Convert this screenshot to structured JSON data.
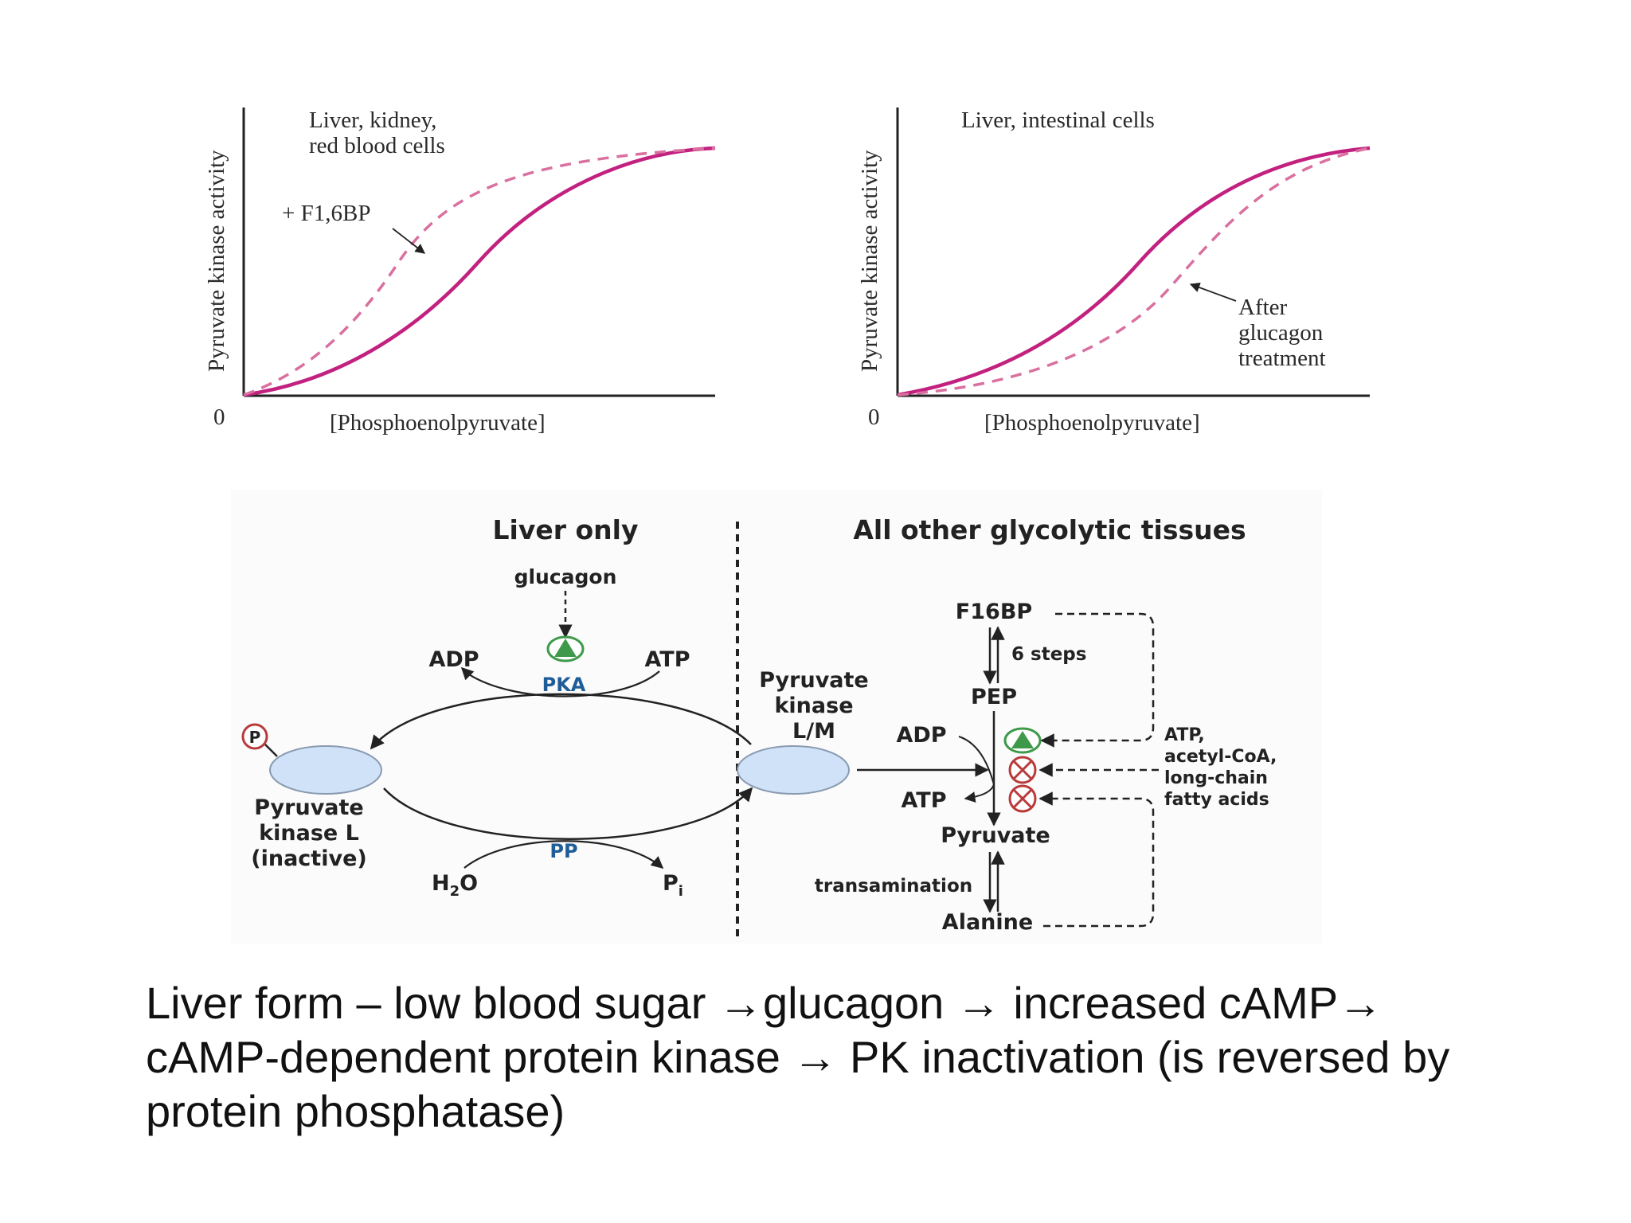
{
  "panel_left": {
    "title_line1": "Liver, kidney,",
    "title_line2": "red blood cells",
    "ylabel": "Pyruvate kinase activity",
    "xlabel": "[Phosphoenolpyruvate]",
    "origin": "0",
    "annotation": "+ F1,6BP"
  },
  "panel_right": {
    "title": "Liver, intestinal cells",
    "ylabel": "Pyruvate kinase activity",
    "xlabel": "[Phosphoenolpyruvate]",
    "origin": "0",
    "annotation_line1": "After",
    "annotation_line2": "glucagon",
    "annotation_line3": "treatment"
  },
  "diagram": {
    "liver_heading": "Liver only",
    "other_heading": "All other glycolytic tissues",
    "glucagon": "glucagon",
    "adp_left": "ADP",
    "atp_left": "ATP",
    "pka": "PKA",
    "pp": "PP",
    "h2o_main": "H",
    "h2o_sub": "2",
    "h2o_end": "O",
    "pi_main": "P",
    "pi_sub": "i",
    "phospho": "P",
    "pk_l_line1": "Pyruvate",
    "pk_l_line2": "kinase L",
    "pk_l_line3": "(inactive)",
    "pk_lm_line1": "Pyruvate",
    "pk_lm_line2": "kinase",
    "pk_lm_line3": "L/M",
    "f16bp": "F16BP",
    "six_steps": "6 steps",
    "pep": "PEP",
    "adp_right": "ADP",
    "atp_right": "ATP",
    "pyruvate": "Pyruvate",
    "transamination": "transamination",
    "alanine": "Alanine",
    "inhib_line1": "ATP,",
    "inhib_line2": "acetyl-CoA,",
    "inhib_line3": "long-chain",
    "inhib_line4": "fatty acids"
  },
  "colors": {
    "curve": "#c2217f",
    "curve_dashed": "#d9709f",
    "enzyme_fill": "#cfe2f7",
    "activator": "#3e9a4a",
    "inhibitor": "#b83a3a",
    "label_blue": "#1f5d99"
  },
  "caption": {
    "line1": "Liver form – low blood sugar →glucagon → increased cAMP→",
    "line2": "cAMP-dependent protein kinase →  PK inactivation (is reversed by",
    "line3": "protein phosphatase)"
  }
}
